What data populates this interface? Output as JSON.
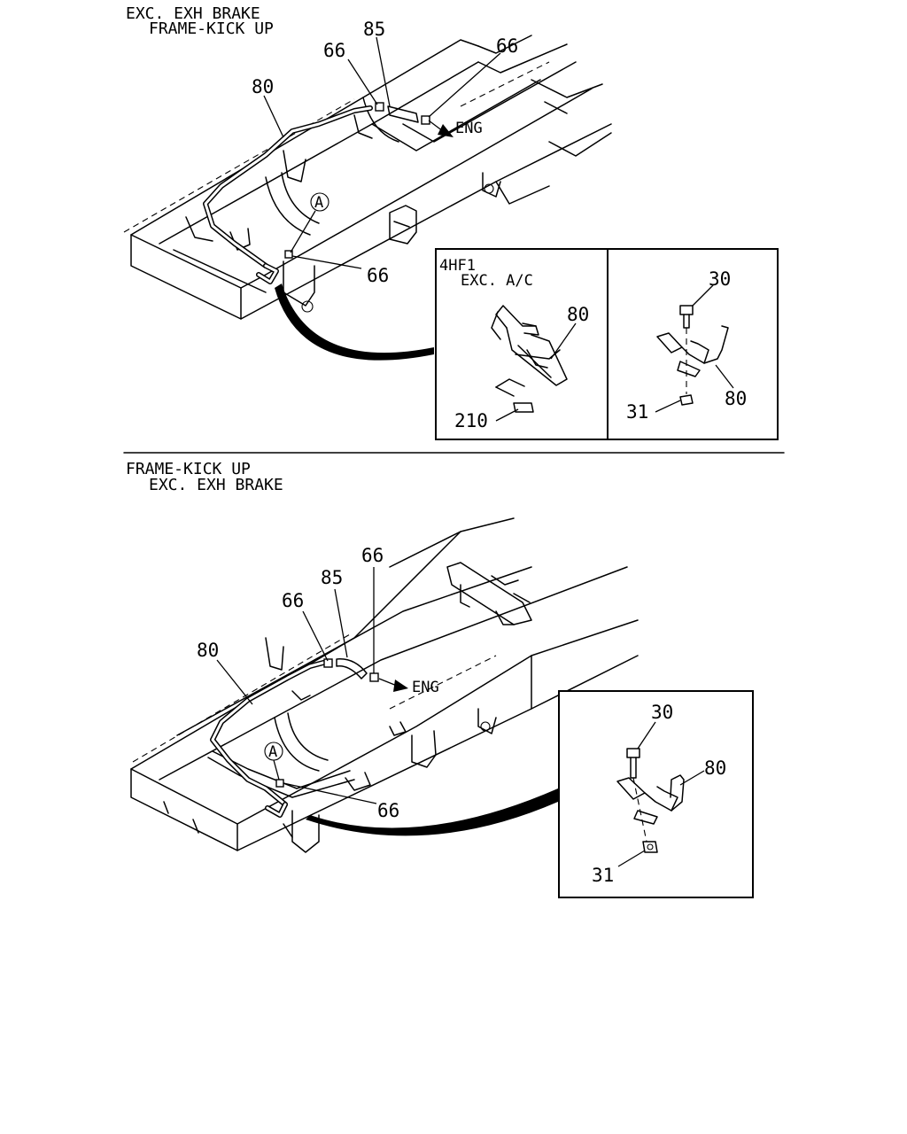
{
  "top_section": {
    "header_line1": "EXC. EXH BRAKE",
    "header_line2": "FRAME-KICK UP",
    "labels": {
      "pipe": "80",
      "hose": "85",
      "clip_left": "66",
      "clip_right": "66",
      "clip_lower": "66",
      "ref_circle": "A",
      "direction": "ENG"
    },
    "inset_left": {
      "note_line1": "4HF1",
      "note_line2": "EXC. A/C",
      "pipe": "80",
      "bolt": "210"
    },
    "inset_right": {
      "bolt": "30",
      "pipe": "80",
      "nut": "31"
    }
  },
  "bottom_section": {
    "header_line1": "FRAME-KICK UP",
    "header_line2": "EXC. EXH BRAKE",
    "labels": {
      "pipe": "80",
      "hose": "85",
      "clip_left": "66",
      "clip_right": "66",
      "clip_lower": "66",
      "ref_circle": "A",
      "direction": "ENG"
    },
    "inset": {
      "bolt": "30",
      "pipe": "80",
      "nut": "31"
    }
  }
}
